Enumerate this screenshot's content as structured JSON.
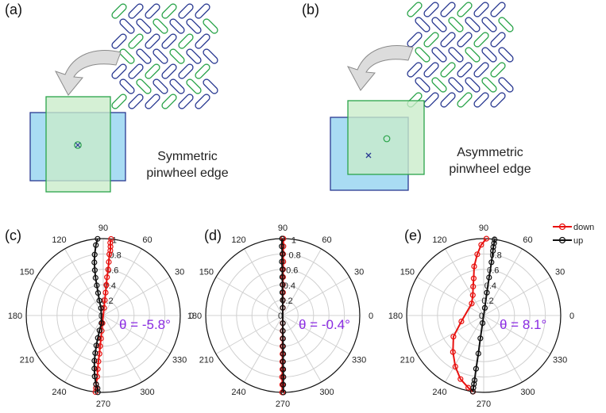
{
  "panels": {
    "a": {
      "label": "(a)",
      "caption_line1": "Symmetric",
      "caption_line2": "pinwheel edge"
    },
    "b": {
      "label": "(b)",
      "caption_line1": "Asymmetric",
      "caption_line2": "pinwheel edge"
    },
    "c": {
      "label": "(c)"
    },
    "d": {
      "label": "(d)"
    },
    "e": {
      "label": "(e)"
    }
  },
  "colors": {
    "down": "#e8110f",
    "up": "#111111",
    "theta_text": "#8a2be2",
    "blue_fill": "#a9dcf3",
    "blue_stroke": "#2a3a92",
    "green_fill": "#c9ecc9",
    "green_stroke": "#2aa44a",
    "arrow": "#dcdcdc"
  },
  "chart_data": [
    {
      "type": "polar-line",
      "panel": "(c)",
      "angle_ticks": [
        "0",
        "30",
        "60",
        "90",
        "120",
        "150",
        "180",
        "210",
        "240",
        "270",
        "300",
        "330"
      ],
      "radial_ticks": [
        "0",
        "0.2",
        "0.4",
        "0.6",
        "0.8",
        "1"
      ],
      "rlim": [
        0,
        1
      ],
      "annotation": "θ = -5.8°",
      "series": [
        {
          "name": "down",
          "points": [
            [
              84.2,
              1.0
            ],
            [
              84.5,
              0.95
            ],
            [
              84.0,
              0.9
            ],
            [
              83.8,
              0.85
            ],
            [
              84.3,
              0.8
            ],
            [
              84.1,
              0.7
            ],
            [
              83.9,
              0.6
            ],
            [
              84.4,
              0.5
            ],
            [
              84.2,
              0.4
            ],
            [
              84.0,
              0.3
            ],
            [
              84.3,
              0.2
            ],
            [
              84.1,
              0.1
            ],
            [
              264.2,
              0.1
            ],
            [
              264.0,
              0.2
            ],
            [
              264.4,
              0.3
            ],
            [
              264.1,
              0.4
            ],
            [
              264.3,
              0.5
            ],
            [
              264.0,
              0.6
            ],
            [
              264.2,
              0.7
            ],
            [
              264.4,
              0.8
            ],
            [
              264.1,
              0.9
            ],
            [
              264.3,
              0.95
            ],
            [
              264.2,
              1.0
            ]
          ]
        },
        {
          "name": "up",
          "points": [
            [
              94.2,
              1.0
            ],
            [
              96.0,
              0.92
            ],
            [
              98.0,
              0.8
            ],
            [
              99.5,
              0.7
            ],
            [
              100.5,
              0.6
            ],
            [
              101.5,
              0.5
            ],
            [
              102.0,
              0.4
            ],
            [
              103.0,
              0.3
            ],
            [
              104.5,
              0.2
            ],
            [
              107.0,
              0.1
            ],
            [
              257.0,
              0.1
            ],
            [
              256.0,
              0.2
            ],
            [
              256.5,
              0.3
            ],
            [
              257.0,
              0.4
            ],
            [
              258.0,
              0.5
            ],
            [
              259.0,
              0.6
            ],
            [
              260.5,
              0.7
            ],
            [
              262.0,
              0.8
            ],
            [
              264.0,
              0.9
            ],
            [
              265.5,
              0.95
            ],
            [
              266.0,
              1.0
            ]
          ]
        }
      ]
    },
    {
      "type": "polar-line",
      "panel": "(d)",
      "angle_ticks": [
        "0",
        "30",
        "60",
        "90",
        "120",
        "150",
        "180",
        "210",
        "240",
        "270",
        "300",
        "330"
      ],
      "radial_ticks": [
        "0",
        "0.2",
        "0.4",
        "0.6",
        "0.8",
        "1"
      ],
      "rlim": [
        0,
        1
      ],
      "annotation": "θ = -0.4°",
      "series": [
        {
          "name": "down",
          "points": [
            [
              89.6,
              1.0
            ],
            [
              89.5,
              0.9
            ],
            [
              89.7,
              0.8
            ],
            [
              89.4,
              0.7
            ],
            [
              89.6,
              0.6
            ],
            [
              89.5,
              0.5
            ],
            [
              89.7,
              0.4
            ],
            [
              89.4,
              0.3
            ],
            [
              89.6,
              0.2
            ],
            [
              89.5,
              0.1
            ],
            [
              269.6,
              0.1
            ],
            [
              269.5,
              0.2
            ],
            [
              269.7,
              0.3
            ],
            [
              269.4,
              0.4
            ],
            [
              269.6,
              0.5
            ],
            [
              269.5,
              0.6
            ],
            [
              269.7,
              0.7
            ],
            [
              269.4,
              0.8
            ],
            [
              269.6,
              0.9
            ],
            [
              269.6,
              1.0
            ]
          ]
        },
        {
          "name": "up",
          "points": [
            [
              90.5,
              1.0
            ],
            [
              90.8,
              0.9
            ],
            [
              90.3,
              0.8
            ],
            [
              90.9,
              0.7
            ],
            [
              90.4,
              0.6
            ],
            [
              90.7,
              0.5
            ],
            [
              90.5,
              0.4
            ],
            [
              90.9,
              0.3
            ],
            [
              90.4,
              0.2
            ],
            [
              90.6,
              0.1
            ],
            [
              270.5,
              0.1
            ],
            [
              270.3,
              0.2
            ],
            [
              270.6,
              0.3
            ],
            [
              270.4,
              0.4
            ],
            [
              270.7,
              0.5
            ],
            [
              270.3,
              0.6
            ],
            [
              270.5,
              0.7
            ],
            [
              270.6,
              0.8
            ],
            [
              270.4,
              0.9
            ],
            [
              270.5,
              1.0
            ]
          ]
        }
      ]
    },
    {
      "type": "polar-line",
      "panel": "(e)",
      "angle_ticks": [
        "0",
        "30",
        "60",
        "90",
        "120",
        "150",
        "180",
        "210",
        "240",
        "270",
        "300",
        "330"
      ],
      "radial_ticks": [
        "0",
        "0.2",
        "0.4",
        "0.6",
        "0.8",
        "1"
      ],
      "rlim": [
        0,
        1
      ],
      "annotation": "θ = 8.1°",
      "series": [
        {
          "name": "down",
          "points": [
            [
              88.0,
              1.0
            ],
            [
              92.0,
              0.92
            ],
            [
              96.0,
              0.8
            ],
            [
              101.0,
              0.65
            ],
            [
              105.0,
              0.5
            ],
            [
              110.0,
              0.4
            ],
            [
              118.0,
              0.3
            ],
            [
              135.0,
              0.22
            ],
            [
              195.0,
              0.3
            ],
            [
              215.0,
              0.48
            ],
            [
              230.0,
              0.62
            ],
            [
              241.0,
              0.76
            ],
            [
              250.0,
              0.88
            ],
            [
              258.0,
              0.96
            ],
            [
              262.0,
              1.0
            ]
          ]
        },
        {
          "name": "up",
          "points": [
            [
              81.9,
              1.0
            ],
            [
              81.8,
              0.95
            ],
            [
              82.0,
              0.9
            ],
            [
              81.9,
              0.85
            ],
            [
              81.7,
              0.7
            ],
            [
              81.9,
              0.5
            ],
            [
              82.0,
              0.3
            ],
            [
              81.8,
              0.1
            ],
            [
              261.9,
              0.1
            ],
            [
              261.8,
              0.3
            ],
            [
              262.0,
              0.5
            ],
            [
              261.9,
              0.7
            ],
            [
              262.0,
              0.85
            ],
            [
              261.9,
              0.9
            ],
            [
              261.9,
              0.95
            ],
            [
              261.9,
              1.0
            ]
          ]
        }
      ]
    }
  ],
  "legend": {
    "items": [
      "down",
      "up"
    ],
    "placement": "top-right"
  }
}
